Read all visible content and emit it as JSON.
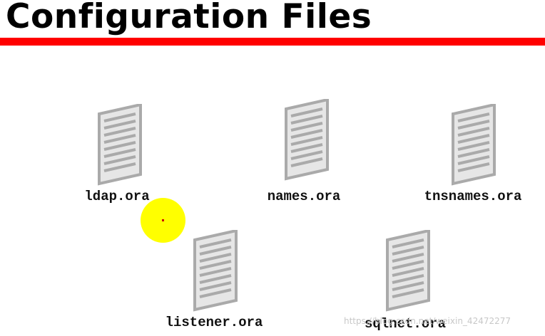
{
  "slide": {
    "title": "Configuration Files"
  },
  "files": [
    {
      "name": "ldap.ora",
      "icon": "document-icon"
    },
    {
      "name": "names.ora",
      "icon": "document-icon"
    },
    {
      "name": "tnsnames.ora",
      "icon": "document-icon"
    },
    {
      "name": "listener.ora",
      "icon": "document-icon"
    },
    {
      "name": "sqlnet.ora",
      "icon": "document-icon"
    }
  ],
  "watermark": "https://blog.csdn.net/weixin_42472277",
  "colors": {
    "title_rule": "#ff0000",
    "pointer_highlight": "#ffff00",
    "icon_fill": "#e6e6e6",
    "icon_stroke": "#aaaaaa"
  }
}
